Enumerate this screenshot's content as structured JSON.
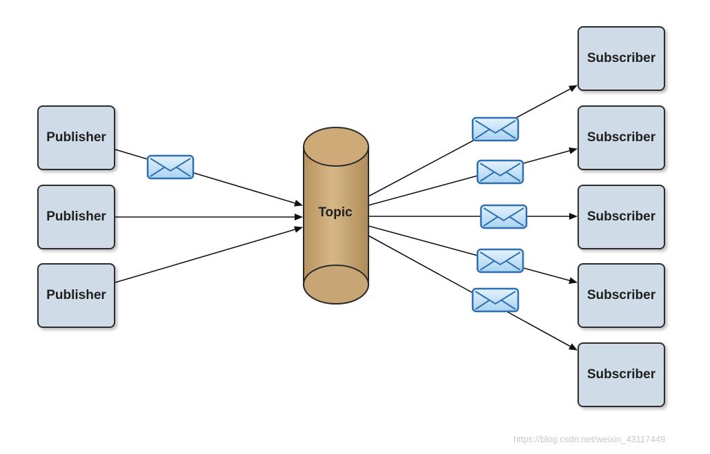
{
  "publishers": [
    {
      "label": "Publisher"
    },
    {
      "label": "Publisher"
    },
    {
      "label": "Publisher"
    }
  ],
  "topic": {
    "label": "Topic"
  },
  "subscribers": [
    {
      "label": "Subscriber"
    },
    {
      "label": "Subscriber"
    },
    {
      "label": "Subscriber"
    },
    {
      "label": "Subscriber"
    },
    {
      "label": "Subscriber"
    }
  ],
  "colors": {
    "node_fill": "#cfdbe6",
    "topic_fill": "#c8a878",
    "envelope_fill": "#bfe0f6",
    "envelope_stroke": "#2f6fb0"
  },
  "icons": {
    "message": "envelope-icon"
  },
  "watermark": "https://blog.csdn.net/weixin_43117449"
}
